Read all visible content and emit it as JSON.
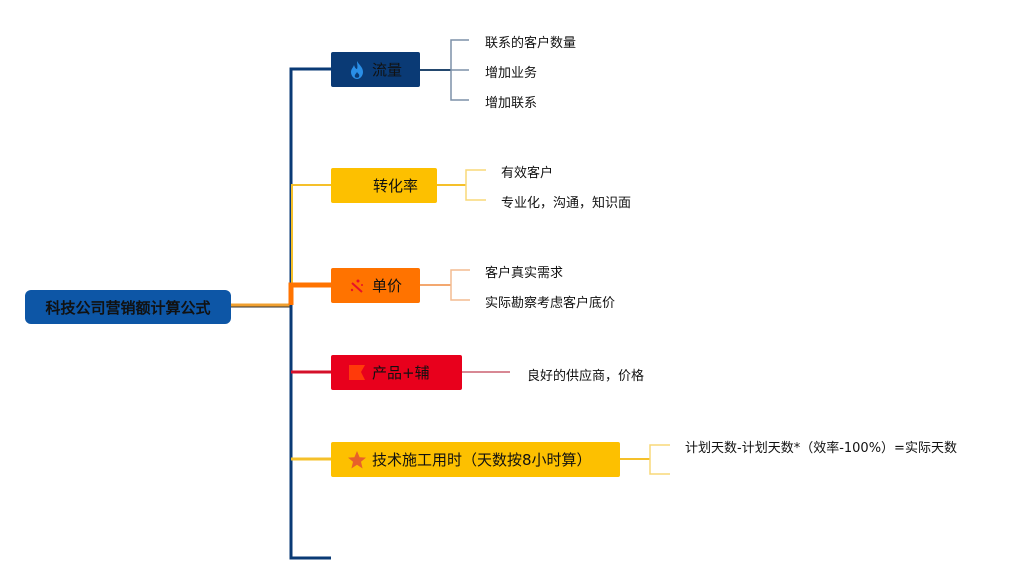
{
  "title": "科技公司营销额计算公式",
  "colors": {
    "root": "#0d56a6",
    "flow": "#0a3a75",
    "conversion": "#fdc000",
    "price": "#ff7300",
    "product": "#e8001c",
    "tech": "#fdc000",
    "trunk": "#0a3a75"
  },
  "branches": [
    {
      "label": "流量",
      "icon": "fire-icon",
      "children": [
        "联系的客户数量",
        "增加业务",
        "增加联系"
      ]
    },
    {
      "label": "转化率",
      "icon": "none",
      "children": [
        "有效客户",
        "专业化，沟通，知识面"
      ]
    },
    {
      "label": "单价",
      "icon": "sparkle-icon",
      "children": [
        "客户真实需求",
        "实际勘察考虑客户底价"
      ]
    },
    {
      "label": "产品+辅",
      "icon": "flag-icon",
      "children": [
        "良好的供应商，价格"
      ]
    },
    {
      "label": "技术施工用时（天数按8小时算）",
      "icon": "star-icon",
      "children": [
        "计划天数-计划天数*（效率-100%）=实际天数"
      ]
    }
  ]
}
